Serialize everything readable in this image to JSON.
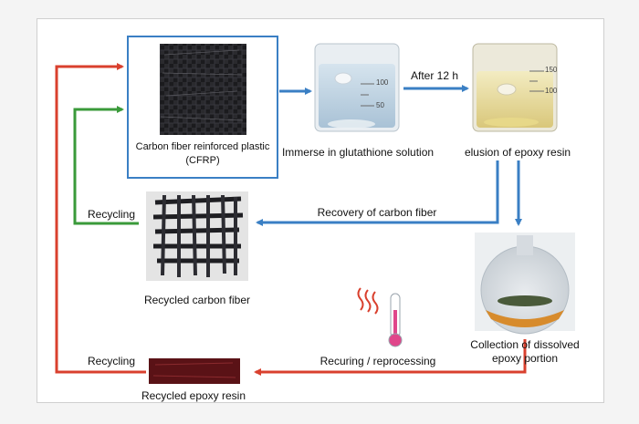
{
  "labels": {
    "cfrp_line1": "Carbon fiber reinforced plastic",
    "cfrp_line2": "(CFRP)",
    "immerse": "Immerse in glutathione solution",
    "after": "After 12 h",
    "elusion": "elusion of epoxy resin",
    "recovery": "Recovery of carbon fiber",
    "recycling_top": "Recycling",
    "recycled_fiber": "Recycled carbon fiber",
    "collection_line1": "Collection of dissolved",
    "collection_line2": "epoxy portion",
    "recuring": "Recuring / reprocessing",
    "recycling_bottom": "Recycling",
    "recycled_resin": "Recycled epoxy resin"
  },
  "beaker": {
    "left_marks": [
      "100",
      "50"
    ],
    "right_marks": [
      "150",
      "100"
    ]
  },
  "colors": {
    "blue": "#3a7fc4",
    "red": "#d9402e",
    "green": "#3a9a3a"
  }
}
